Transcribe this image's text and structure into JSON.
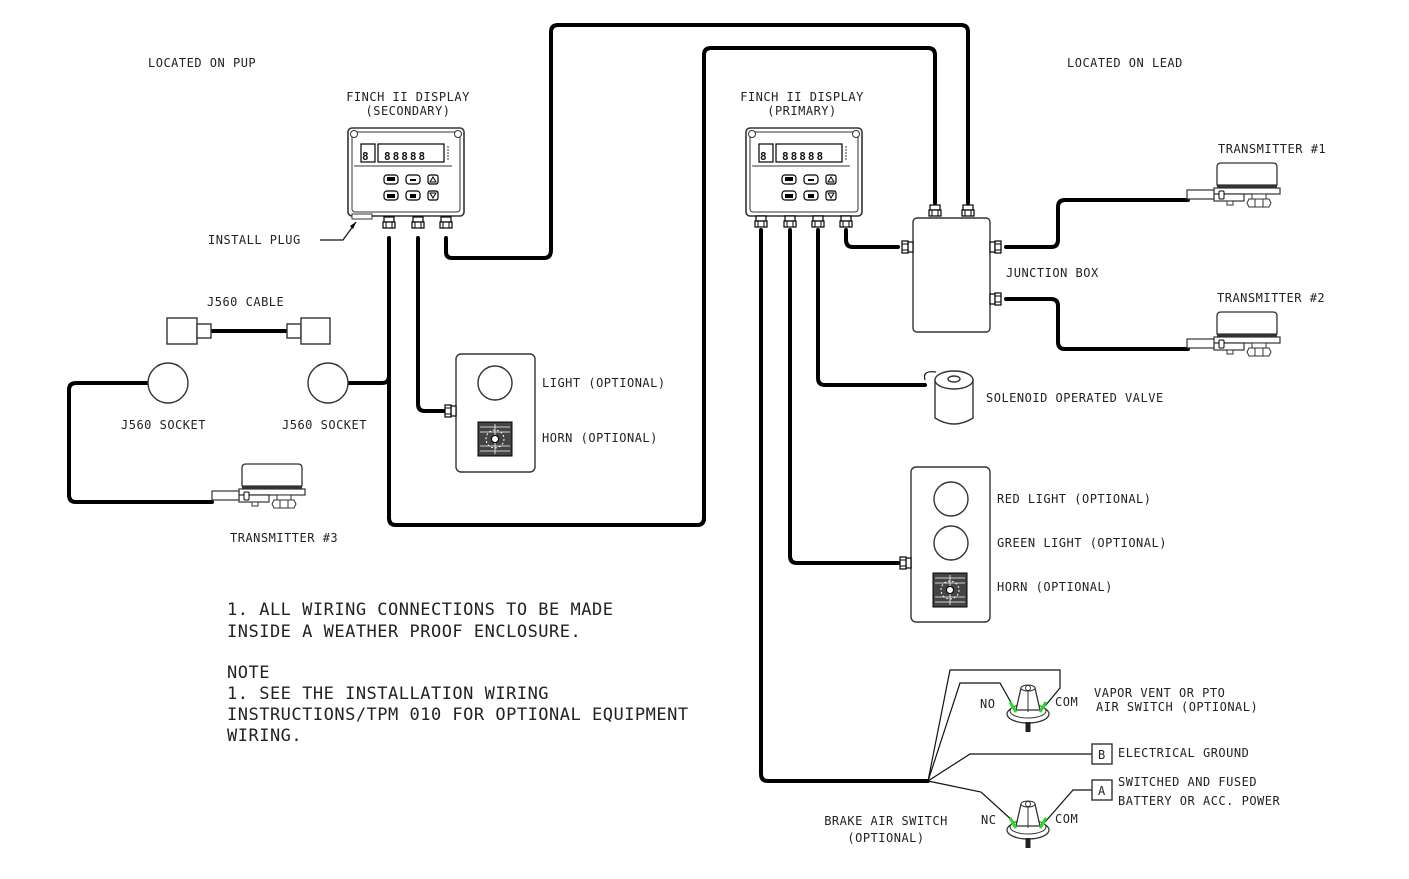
{
  "diagram": {
    "headers": {
      "pup": "LOCATED ON PUP",
      "lead": "LOCATED ON LEAD"
    },
    "displays": {
      "secondary": {
        "title": "FINCH II DISPLAY",
        "subtitle": "(SECONDARY)",
        "lcd_left": "8",
        "lcd_right": "88888"
      },
      "primary": {
        "title": "FINCH II DISPLAY",
        "subtitle": "(PRIMARY)",
        "lcd_left": "8",
        "lcd_right": "88888"
      }
    },
    "labels": {
      "install_plug": "INSTALL PLUG",
      "j560_cable": "J560 CABLE",
      "j560_socket_left": "J560 SOCKET",
      "j560_socket_right": "J560 SOCKET",
      "transmitter_1": "TRANSMITTER #1",
      "transmitter_2": "TRANSMITTER #2",
      "transmitter_3": "TRANSMITTER #3",
      "junction_box": "JUNCTION BOX",
      "solenoid_valve": "SOLENOID OPERATED VALVE",
      "light_optional": "LIGHT (OPTIONAL)",
      "horn_optional_pup": "HORN (OPTIONAL)",
      "red_light": "RED LIGHT (OPTIONAL)",
      "green_light": "GREEN LIGHT (OPTIONAL)",
      "horn_optional_lead": "HORN (OPTIONAL)",
      "vapor_vent_line1": "VAPOR VENT OR PTO",
      "vapor_vent_line2": "AIR SWITCH (OPTIONAL)",
      "no_terminal": "NO",
      "com_terminal_top": "COM",
      "nc_terminal": "NC",
      "com_terminal_bottom": "COM",
      "box_b": "B",
      "electrical_ground": "ELECTRICAL GROUND",
      "box_a": "A",
      "power_line1": "SWITCHED AND FUSED",
      "power_line2": "BATTERY OR ACC. POWER",
      "brake_switch_line1": "BRAKE AIR SWITCH",
      "brake_switch_line2": "(OPTIONAL)"
    },
    "notes": {
      "line1": "1. ALL WIRING CONNECTIONS TO BE MADE",
      "line2": "INSIDE A WEATHER PROOF ENCLOSURE.",
      "heading": "NOTE",
      "line3": "1. SEE THE INSTALLATION WIRING",
      "line4": "INSTRUCTIONS/TPM 010 FOR OPTIONAL EQUIPMENT",
      "line5": "WIRING."
    },
    "colors": {
      "line": "#000000",
      "terminal_green": "#22dd22",
      "background": "#ffffff"
    }
  }
}
